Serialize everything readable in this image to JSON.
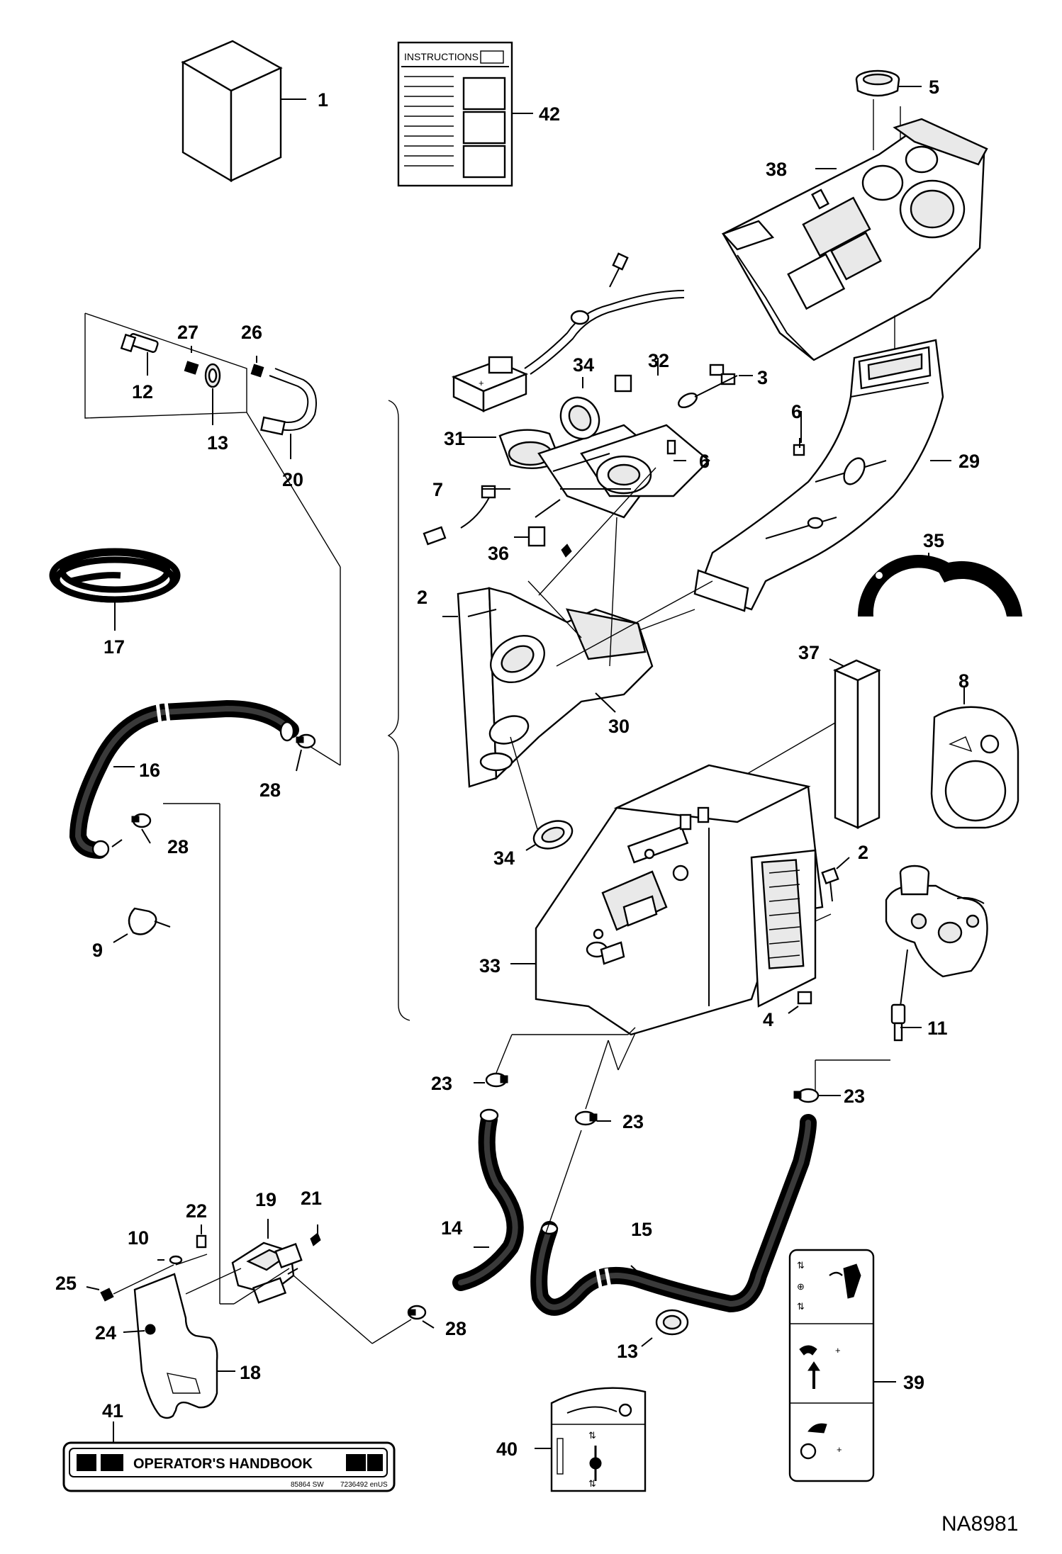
{
  "diagram": {
    "figure_id": "NA8981",
    "instructions_title": "INSTRUCTIONS",
    "handbook_title": "OPERATOR'S HANDBOOK",
    "handbook_codes": [
      "85864 SW",
      "7236492 enUS"
    ],
    "callouts": [
      {
        "id": "c1",
        "label": "1"
      },
      {
        "id": "c42",
        "label": "42"
      },
      {
        "id": "c5",
        "label": "5"
      },
      {
        "id": "c38",
        "label": "38"
      },
      {
        "id": "c27",
        "label": "27"
      },
      {
        "id": "c26",
        "label": "26"
      },
      {
        "id": "c12",
        "label": "12"
      },
      {
        "id": "c13a",
        "label": "13"
      },
      {
        "id": "c20",
        "label": "20"
      },
      {
        "id": "c34a",
        "label": "34"
      },
      {
        "id": "c32",
        "label": "32"
      },
      {
        "id": "c3",
        "label": "3"
      },
      {
        "id": "c6a",
        "label": "6"
      },
      {
        "id": "c31",
        "label": "31"
      },
      {
        "id": "c6b",
        "label": "6"
      },
      {
        "id": "c29",
        "label": "29"
      },
      {
        "id": "c7",
        "label": "7"
      },
      {
        "id": "c36",
        "label": "36"
      },
      {
        "id": "c35",
        "label": "35"
      },
      {
        "id": "c17",
        "label": "17"
      },
      {
        "id": "c2a",
        "label": "2"
      },
      {
        "id": "c37",
        "label": "37"
      },
      {
        "id": "c8",
        "label": "8"
      },
      {
        "id": "c30",
        "label": "30"
      },
      {
        "id": "c16",
        "label": "16"
      },
      {
        "id": "c28a",
        "label": "28"
      },
      {
        "id": "c28b",
        "label": "28"
      },
      {
        "id": "c34b",
        "label": "34"
      },
      {
        "id": "c2b",
        "label": "2"
      },
      {
        "id": "c9",
        "label": "9"
      },
      {
        "id": "c33",
        "label": "33"
      },
      {
        "id": "c4",
        "label": "4"
      },
      {
        "id": "c11",
        "label": "11"
      },
      {
        "id": "c23a",
        "label": "23"
      },
      {
        "id": "c23b",
        "label": "23"
      },
      {
        "id": "c23c",
        "label": "23"
      },
      {
        "id": "c22",
        "label": "22"
      },
      {
        "id": "c19",
        "label": "19"
      },
      {
        "id": "c21",
        "label": "21"
      },
      {
        "id": "c10",
        "label": "10"
      },
      {
        "id": "c14",
        "label": "14"
      },
      {
        "id": "c15",
        "label": "15"
      },
      {
        "id": "c25",
        "label": "25"
      },
      {
        "id": "c24",
        "label": "24"
      },
      {
        "id": "c28c",
        "label": "28"
      },
      {
        "id": "c18",
        "label": "18"
      },
      {
        "id": "c13b",
        "label": "13"
      },
      {
        "id": "c39",
        "label": "39"
      },
      {
        "id": "c41",
        "label": "41"
      },
      {
        "id": "c40",
        "label": "40"
      }
    ]
  }
}
